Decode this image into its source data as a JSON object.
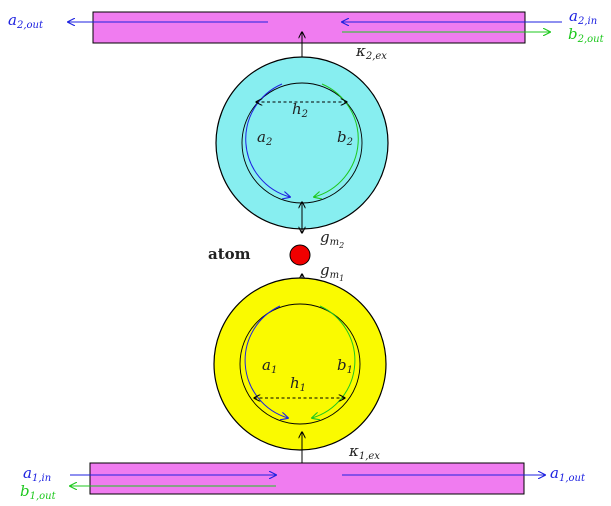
{
  "colors": {
    "waveguide": "#f07cf0",
    "cavity_top": "#87eef0",
    "cavity_bottom": "#fafa00",
    "atom": "#f00000",
    "mode_a": "#1e22e0",
    "mode_b": "#1ec81e",
    "outline": "#000000",
    "text": "#222222"
  },
  "labels": {
    "a2_out": {
      "base": "a",
      "sub": "2,out"
    },
    "a2_in": {
      "base": "a",
      "sub": "2,in"
    },
    "b2_out": {
      "base": "b",
      "sub": "2,out"
    },
    "kappa2_ex": {
      "base": "κ",
      "sub": "2,ex"
    },
    "h2": {
      "base": "h",
      "sub": "2"
    },
    "a2": {
      "base": "a",
      "sub": "2"
    },
    "b2": {
      "base": "b",
      "sub": "2"
    },
    "gm2": {
      "base": "g",
      "sub": "m",
      "subsub": "2"
    },
    "atom": "atom",
    "gm1": {
      "base": "g",
      "sub": "m",
      "subsub": "1"
    },
    "a1": {
      "base": "a",
      "sub": "1"
    },
    "b1": {
      "base": "b",
      "sub": "1"
    },
    "h1": {
      "base": "h",
      "sub": "1"
    },
    "kappa1_ex": {
      "base": "κ",
      "sub": "1,ex"
    },
    "a1_in": {
      "base": "a",
      "sub": "1,in"
    },
    "b1_out": {
      "base": "b",
      "sub": "1,out"
    },
    "a1_out": {
      "base": "a",
      "sub": "1,out"
    }
  }
}
